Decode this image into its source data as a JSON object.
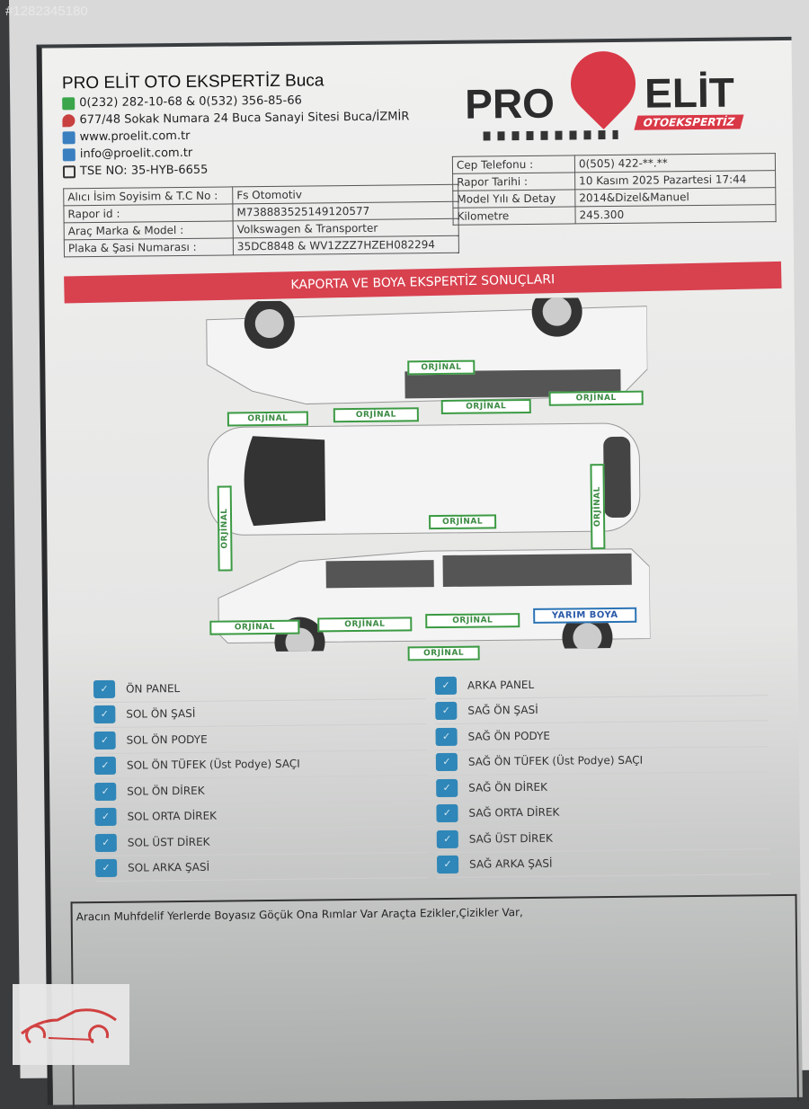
{
  "photo_id": "#1282345180",
  "company": {
    "title": "PRO ELİT OTO EKSPERTİZ Buca",
    "phone": "0(232) 282-10-68 & 0(532) 356-85-66",
    "address": "677/48 Sokak Numara 24 Buca Sanayi Sitesi Buca/İZMİR",
    "website": "www.proelit.com.tr",
    "email": "info@proelit.com.tr",
    "tse": "TSE NO: 35-HYB-6655",
    "logo_pro": "PRO",
    "logo_elit": "ELİT",
    "logo_sub": "OTOEKSPERTİZ"
  },
  "info_left": [
    {
      "label": "Alıcı İsim Soyisim & T.C No :",
      "value": "Fs Otomotiv"
    },
    {
      "label": "Rapor id :",
      "value": "M738883525149120577"
    },
    {
      "label": "Araç Marka & Model :",
      "value": "Volkswagen & Transporter"
    },
    {
      "label": "Plaka & Şasi Numarası :",
      "value": "35DC8848 & WV1ZZZ7HZEH082294"
    }
  ],
  "info_right": [
    {
      "label": "Cep Telefonu :",
      "value": "0(505) 422-**.**"
    },
    {
      "label": "Rapor Tarihi :",
      "value": "10 Kasım 2025 Pazartesi 17:44"
    },
    {
      "label": "Model Yılı & Detay",
      "value": "2014&Dizel&Manuel"
    },
    {
      "label": "Kilometre",
      "value": "245.300"
    }
  ],
  "banner": "KAPORTA VE BOYA EKSPERTİZ SONUÇLARI",
  "parts": {
    "top_side_roof": "ORJİNAL",
    "top_side_1": "ORJİNAL",
    "top_side_2": "ORJİNAL",
    "top_side_3": "ORJİNAL",
    "top_side_4": "ORJİNAL",
    "plan_front": "ORJİNAL",
    "plan_roof": "ORJİNAL",
    "plan_rear": "ORJİNAL",
    "bottom_side_1": "ORJİNAL",
    "bottom_side_2": "ORJİNAL",
    "bottom_side_3": "ORJİNAL",
    "bottom_side_4": "YARIM BOYA",
    "bottom_side_sill": "ORJİNAL"
  },
  "checklist_left": [
    "ÖN PANEL",
    "SOL ÖN ŞASİ",
    "SOL ÖN PODYE",
    "SOL ÖN TÜFEK (Üst Podye) SAÇI",
    "SOL ÖN DİREK",
    "SOL ORTA DİREK",
    "SOL ÜST DİREK",
    "SOL ARKA ŞASİ"
  ],
  "checklist_right": [
    "ARKA PANEL",
    "SAĞ ÖN ŞASİ",
    "SAĞ ÖN PODYE",
    "SAĞ ÖN TÜFEK (Üst Podye) SAÇI",
    "SAĞ ÖN DİREK",
    "SAĞ ORTA DİREK",
    "SAĞ ÜST DİREK",
    "SAĞ ARKA ŞASİ"
  ],
  "check_glyph": "✓",
  "notes": "Aracın Muhfdelif Yerlerde Boyasız Göçük Ona Rımlar Var Araçta Ezikler,Çizikler Var,",
  "colors": {
    "brand_red": "#d8414e",
    "original_green": "#3b9a43",
    "half_paint_blue": "#2a73b5",
    "checkbox_blue": "#2f86b8"
  }
}
